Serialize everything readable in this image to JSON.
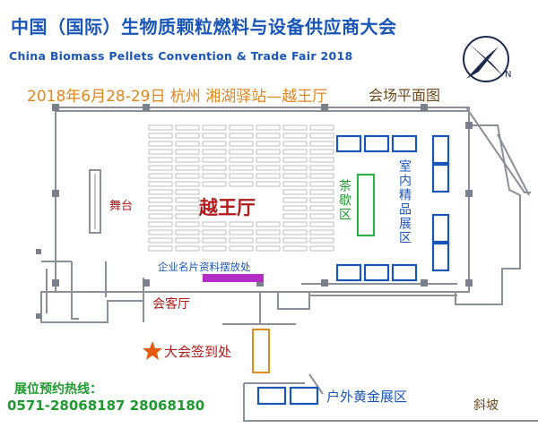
{
  "header": {
    "title_cn": "中国（国际）生物质颗粒燃料与设备供应商大会",
    "title_en": "China Biomass Pellets Convention & Trade Fair 2018",
    "date_location": "2018年6月28-29日 杭州 湘湖驿站—越王厅",
    "plan_title": "会场平面图"
  },
  "compass": {
    "letter": "N"
  },
  "areas": {
    "stage": "舞台",
    "hall": "越王厅",
    "tea_break": "茶歇区",
    "indoor_exhibition": "室内精品展区",
    "business_card": "企业名片资料摆放处",
    "reception": "会客厅",
    "signin": "大会签到处",
    "outdoor_exhibition": "户外黄金展区",
    "slope": "斜坡"
  },
  "contact": {
    "label": "展位预约热线：",
    "numbers": "0571-28068187 28068180"
  },
  "colors": {
    "title": "#1a56b8",
    "date": "#e0861a",
    "wall": "#8a8f98",
    "booth": "#1a56b8",
    "tea": "#2fae4a",
    "card_bar": "#b32cc6",
    "signin_box": "#e08a1a",
    "label_red": "#b01a1a",
    "star": "#e55a0c",
    "hotline": "#1f9a2f"
  }
}
